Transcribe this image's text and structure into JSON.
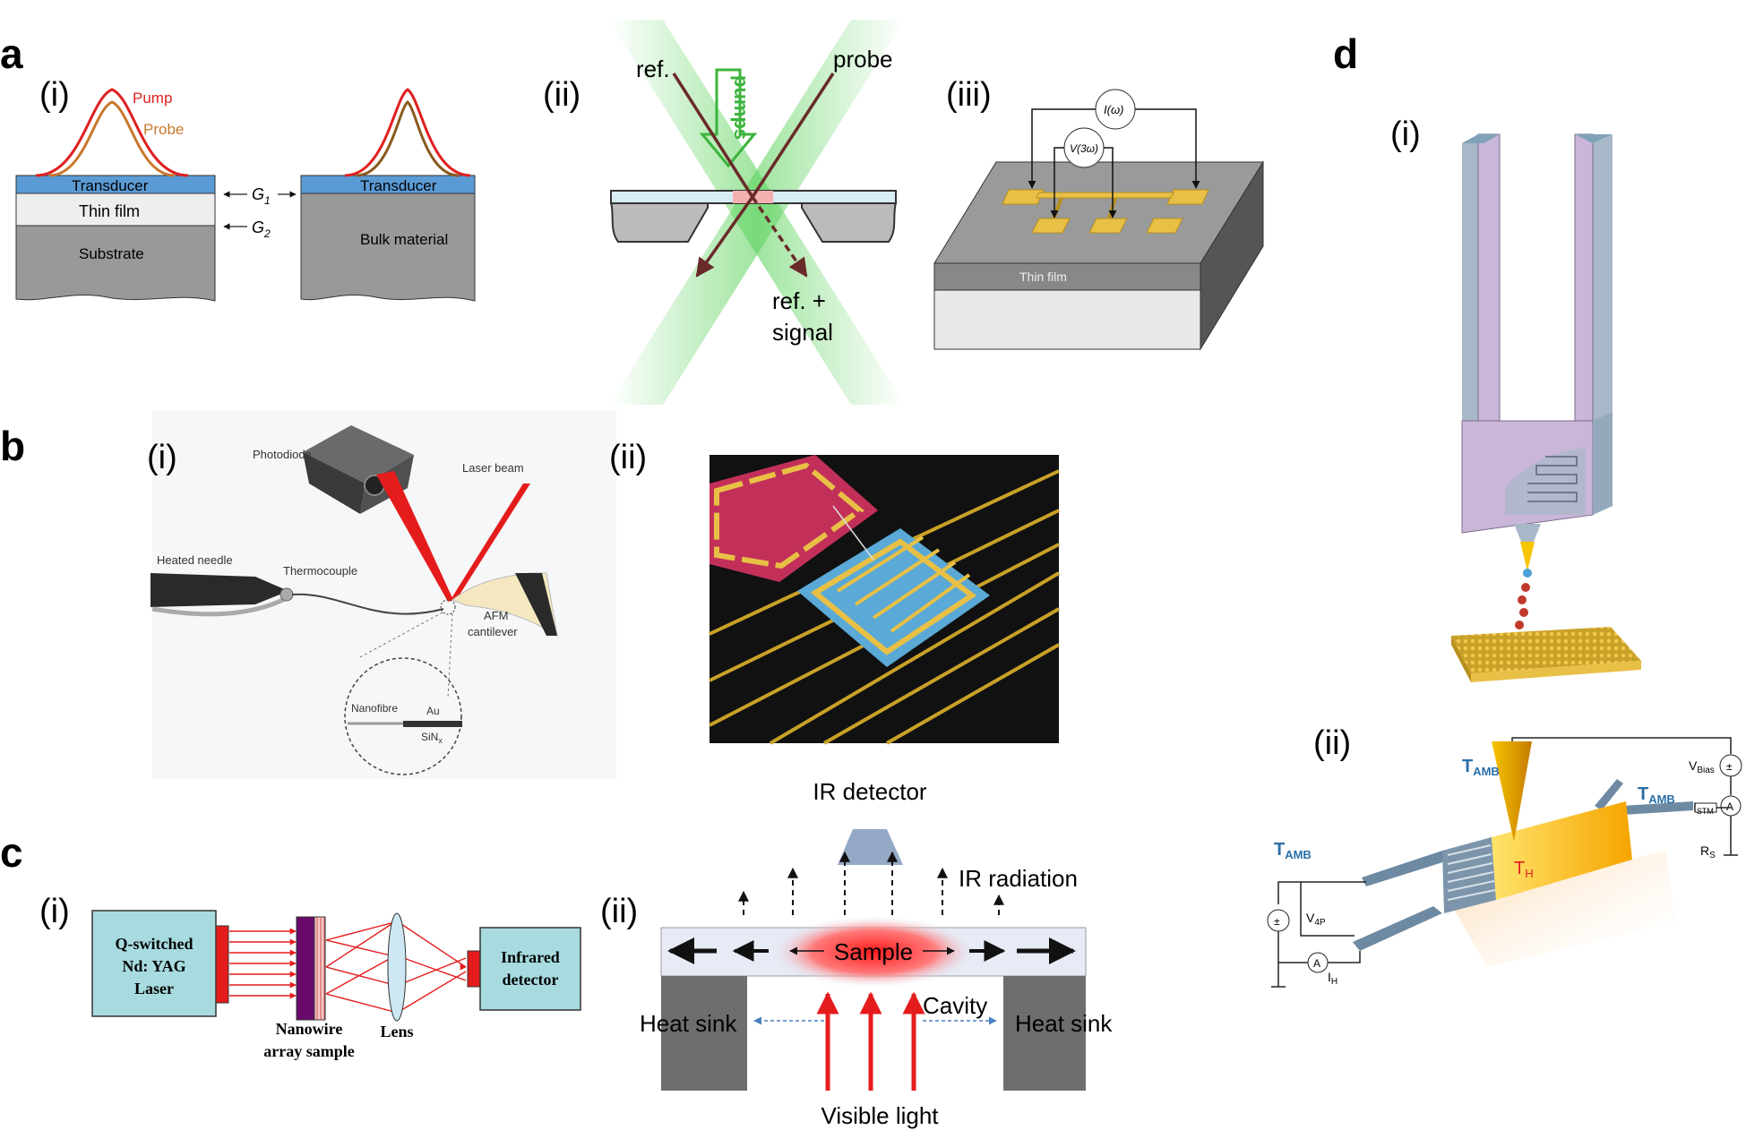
{
  "panels": {
    "a": {
      "letter": "a",
      "i": {
        "label": "(i)",
        "pump": "Pump",
        "probe": "Probe",
        "transducer_left": "Transducer",
        "thin_film": "Thin film",
        "substrate": "Substrate",
        "g1": "G",
        "g1_sub": "1",
        "g2": "G",
        "g2_sub": "2",
        "transducer_right": "Transducer",
        "bulk": "Bulk material"
      },
      "ii": {
        "label": "(ii)",
        "ref": "ref.",
        "probe": "probe",
        "pumps": "pumps",
        "ref_signal_1": "ref. +",
        "ref_signal_2": "signal"
      },
      "iii": {
        "label": "(iii)",
        "current": "I(ω)",
        "voltage": "V(3ω)",
        "thin_film": "Thin film"
      }
    },
    "b": {
      "letter": "b",
      "i": {
        "label": "(i)",
        "photodiode": "Photodiode",
        "laser_beam": "Laser beam",
        "heated_needle": "Heated needle",
        "thermocouple": "Thermocouple",
        "afm_1": "AFM",
        "afm_2": "cantilever",
        "nanofibre": "Nanofibre",
        "au": "Au",
        "sinx": "SiN",
        "sinx_sub": "x"
      },
      "ii": {
        "label": "(ii)"
      }
    },
    "c": {
      "letter": "c",
      "i": {
        "label": "(i)",
        "laser_1": "Q-switched",
        "laser_2": "Nd: YAG",
        "laser_3": "Laser",
        "nanowire_1": "Nanowire",
        "nanowire_2": "array sample",
        "lens": "Lens",
        "detector_1": "Infrared",
        "detector_2": "detector"
      },
      "ii": {
        "label": "(ii)",
        "ir_detector": "IR detector",
        "ir_radiation": "IR radiation",
        "sample": "Sample",
        "cavity": "Cavity",
        "heat_sink_left": "Heat sink",
        "heat_sink_right": "Heat sink",
        "visible_light": "Visible light"
      }
    },
    "d": {
      "letter": "d",
      "i": {
        "label": "(i)"
      },
      "ii": {
        "label": "(ii)",
        "t_amb_tip": "T",
        "t_amb_sub": "AMB",
        "t_amb_right": "T",
        "t_amb_left": "T",
        "t_h": "T",
        "t_h_sub": "H",
        "v_bias": "V",
        "v_bias_sub": "Bias",
        "i_stm": "I",
        "i_stm_sub": "STM",
        "r_s": "R",
        "r_s_sub": "S",
        "v_4p": "V",
        "v_4p_sub": "4P",
        "i_h": "I",
        "i_h_sub": "H",
        "ammeter": "A"
      }
    }
  },
  "colors": {
    "pump": "#e02020",
    "probe": "#c9772b",
    "transducer": "#5b9bd5",
    "gold": "#e8c045",
    "laser_red": "#e51c1c",
    "beam_green": "#5fd35f",
    "teal_box": "#a7dbe0",
    "purple": "#6a0a6a",
    "lavender": "#c9b6d9"
  }
}
